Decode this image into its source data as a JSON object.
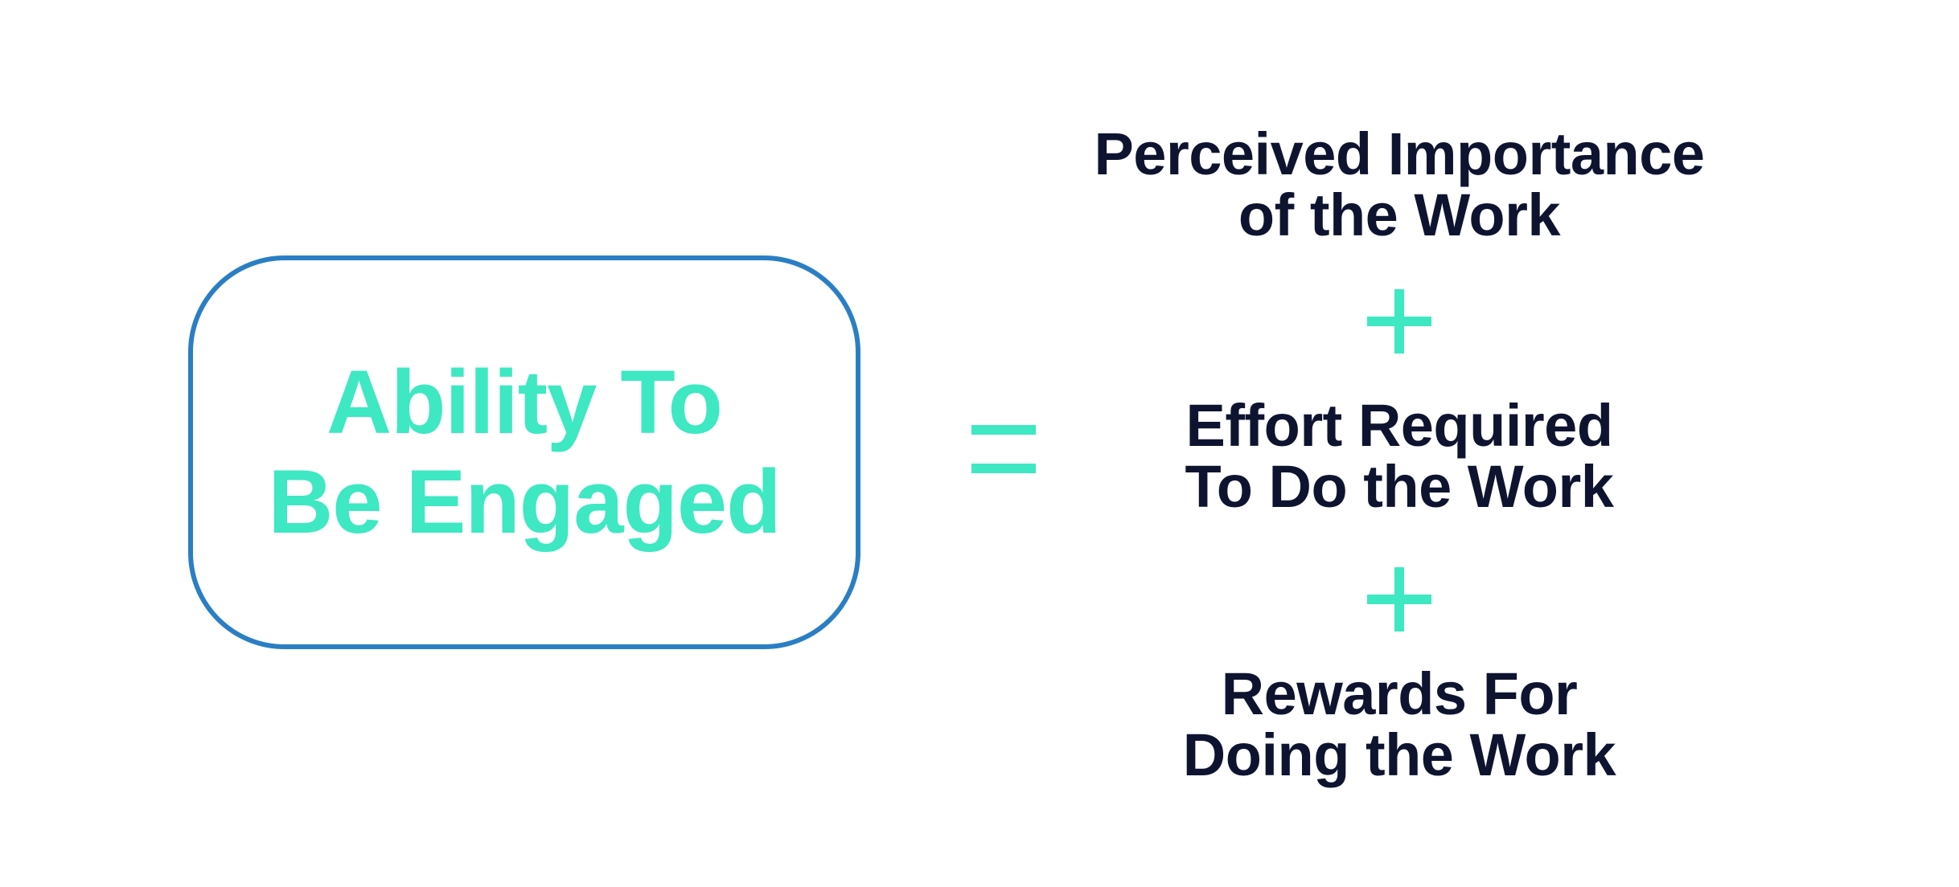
{
  "colors": {
    "accent": "#3de8c3",
    "box_border": "#2a7fc4",
    "text_dark": "#0e1430",
    "background": "#ffffff"
  },
  "result": {
    "line1": "Ability To",
    "line2": "Be Engaged"
  },
  "operators": {
    "equals": "equals-sign-icon",
    "plus": "plus-sign-icon"
  },
  "factors": [
    {
      "line1": "Perceived Importance",
      "line2": "of the Work"
    },
    {
      "line1": "Effort Required",
      "line2": "To Do the Work"
    },
    {
      "line1": "Rewards For",
      "line2": "Doing the Work"
    }
  ]
}
